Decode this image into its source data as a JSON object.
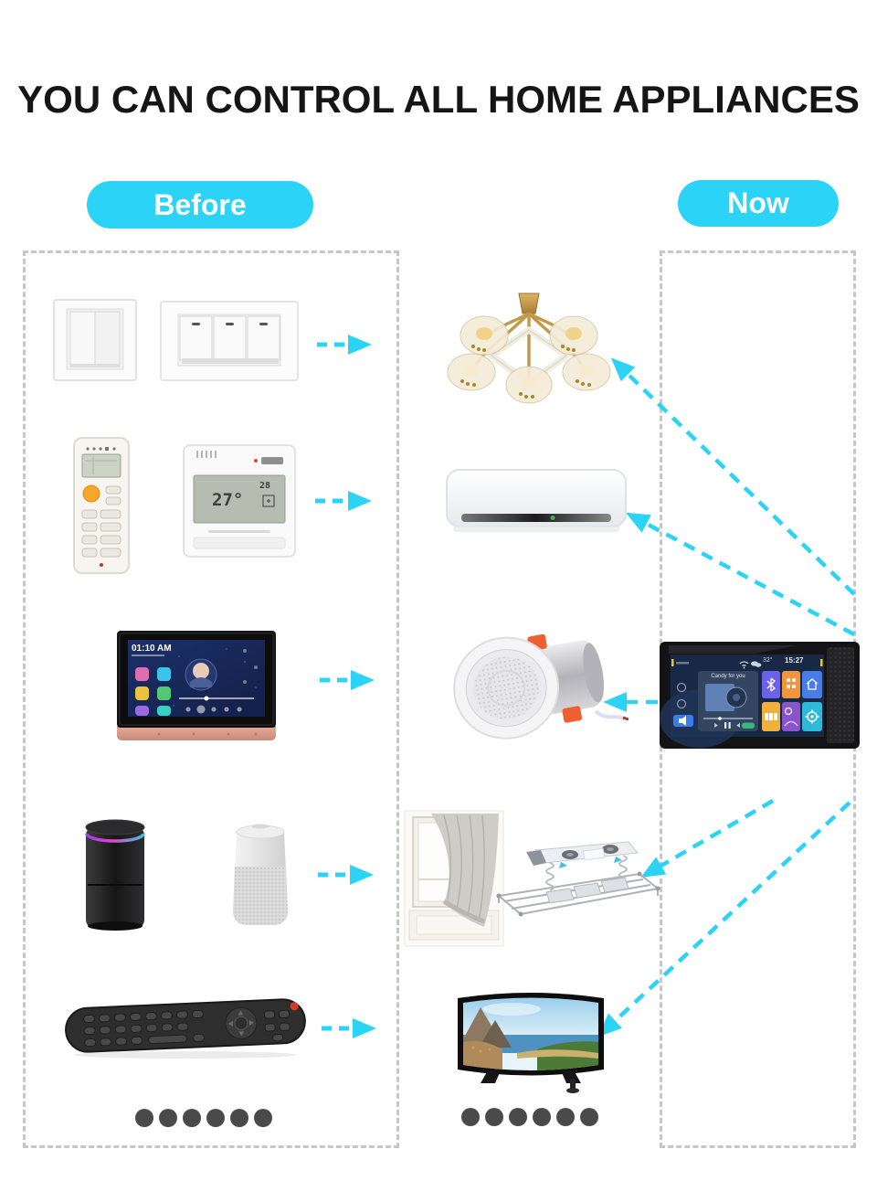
{
  "title": "YOU CAN CONTROL ALL HOME APPLIANCES",
  "badges": {
    "before": "Before",
    "now": "Now"
  },
  "colors": {
    "accent": "#2bd4f6",
    "dash_border": "#c6c6c6",
    "dot": "#4a4a4a",
    "title": "#151515"
  },
  "before_column": {
    "devices": [
      {
        "name": "two-gang-wall-switch"
      },
      {
        "name": "three-gang-wall-switch"
      },
      {
        "name": "ac-remote-control"
      },
      {
        "name": "wall-thermostat",
        "display": {
          "temp": "27°",
          "secondary": "28"
        }
      },
      {
        "name": "wired-control-panel",
        "display": {
          "clock": "01:10 AM"
        }
      },
      {
        "name": "black-smart-speaker"
      },
      {
        "name": "white-smart-speaker"
      },
      {
        "name": "tv-remote-control"
      }
    ],
    "dots_count": 6
  },
  "appliance_column": {
    "appliances": [
      {
        "name": "ceiling-chandelier"
      },
      {
        "name": "air-conditioner"
      },
      {
        "name": "downlight-speaker"
      },
      {
        "name": "window-curtain"
      },
      {
        "name": "electric-drying-rack"
      },
      {
        "name": "curved-tv"
      }
    ],
    "dots_count": 6
  },
  "now_column": {
    "smart_panel": {
      "status": {
        "temperature": "32°",
        "time": "15:27"
      },
      "music": {
        "song": "Candy for you"
      }
    }
  }
}
